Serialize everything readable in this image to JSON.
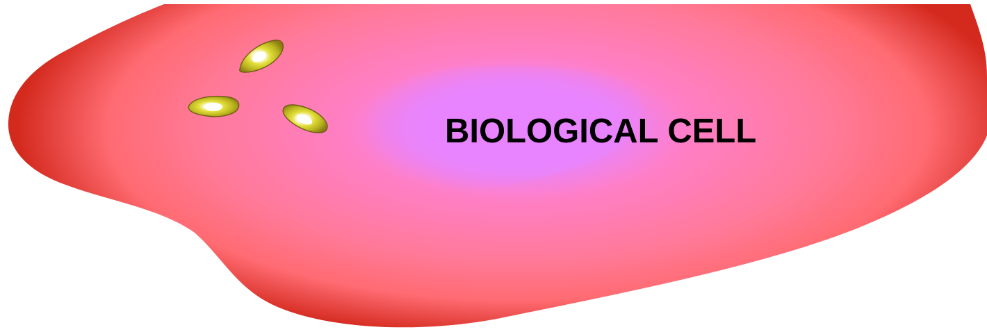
{
  "diagram": {
    "label": "BIOLOGICAL CELL",
    "colors": {
      "background": "#ffffff",
      "membrane_edge": "#d42a1e",
      "membrane_mid": "#ff6b72",
      "cytoplasm": "#ff7fc6",
      "center": "#e884ff",
      "organelle_body": "#a9a41a",
      "organelle_core": "#fffbe6",
      "organelle_outline": "#6e5a12",
      "label": "#000000"
    },
    "organelles": [
      {
        "name": "organelle-1"
      },
      {
        "name": "organelle-2"
      },
      {
        "name": "organelle-3"
      }
    ]
  }
}
